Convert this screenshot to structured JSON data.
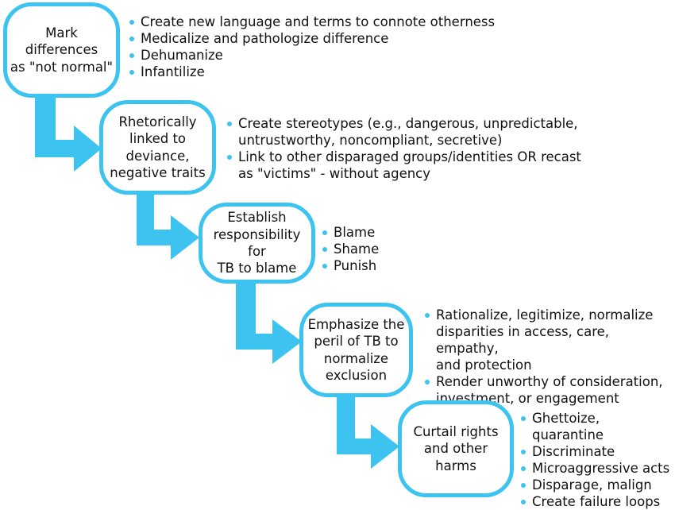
{
  "accent_color": "#3cc3ef",
  "steps": [
    {
      "label": "Mark differences\nas \"not normal\"",
      "bullets": [
        "Create new language and terms to connote otherness",
        "Medicalize and pathologize difference",
        "Dehumanize",
        "Infantilize"
      ]
    },
    {
      "label": "Rhetorically\nlinked to\ndeviance,\nnegative traits",
      "bullets": [
        "Create stereotypes (e.g., dangerous, unpredictable,\nuntrustworthy, noncompliant, secretive)",
        "Link to other disparaged groups/identities OR recast\nas \"victims\" - without agency"
      ]
    },
    {
      "label": "Establish\nresponsibility for\nTB to blame",
      "bullets": [
        "Blame",
        "Shame",
        "Punish"
      ]
    },
    {
      "label": "Emphasize the\nperil of TB to\nnormalize\nexclusion",
      "bullets": [
        "Rationalize, legitimize, normalize\ndisparities in access, care, empathy,\nand protection",
        "Render unworthy of consideration,\ninvestment, or engagement"
      ]
    },
    {
      "label": "Curtail rights\nand other harms",
      "bullets": [
        "Ghettoize, quarantine",
        "Discriminate",
        "Microaggressive acts",
        "Disparage, malign",
        "Create failure loops"
      ]
    }
  ]
}
